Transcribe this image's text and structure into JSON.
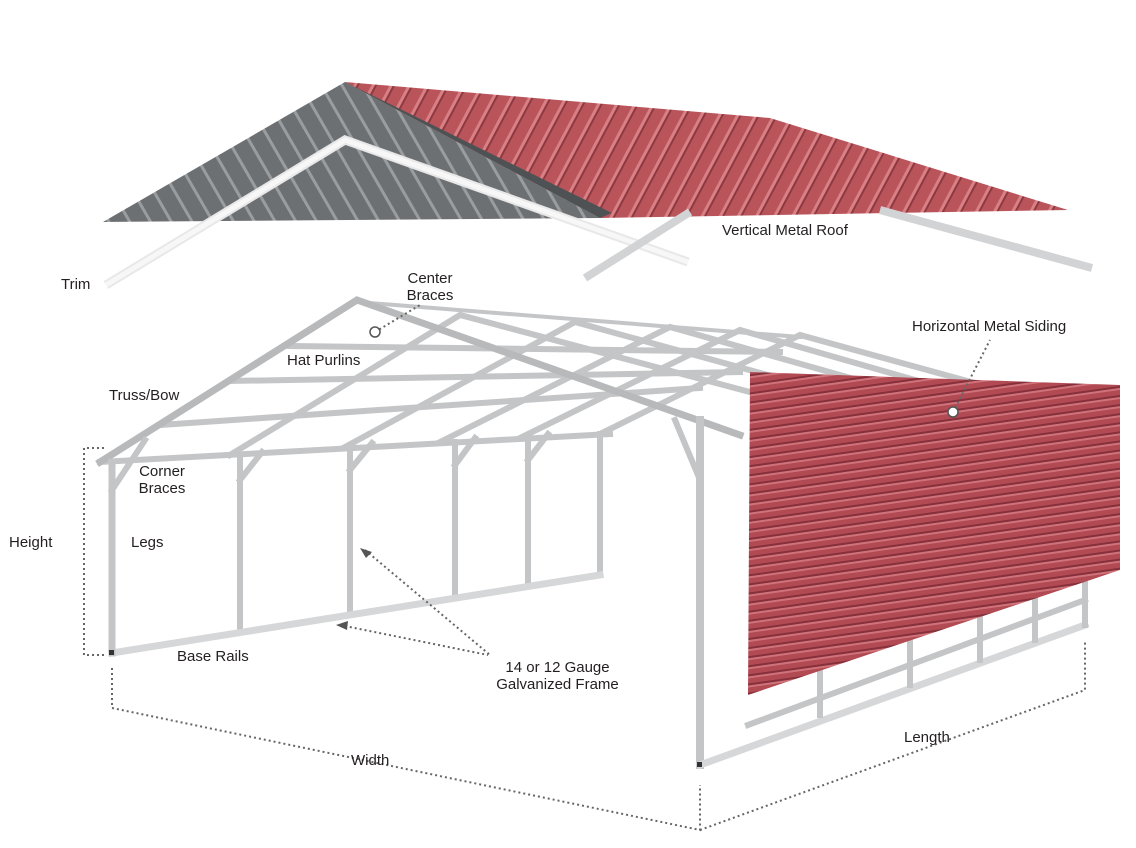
{
  "labels": {
    "trim": "Trim",
    "vertical_metal_roof": "Vertical Metal Roof",
    "center_braces_1": "Center",
    "center_braces_2": "Braces",
    "horizontal_metal_siding": "Horizontal Metal Siding",
    "hat_purlins": "Hat Purlins",
    "truss_bow": "Truss/Bow",
    "corner_braces_1": "Corner",
    "corner_braces_2": "Braces",
    "height": "Height",
    "legs": "Legs",
    "base_rails": "Base Rails",
    "gauge_1": "14 or 12 Gauge",
    "gauge_2": "Galvanized Frame",
    "width": "Width",
    "length": "Length"
  },
  "colors": {
    "roof_red": "#b9545b",
    "roof_gray": "#6d7072",
    "frame": "#c9cacb",
    "siding": "#b24a54"
  }
}
